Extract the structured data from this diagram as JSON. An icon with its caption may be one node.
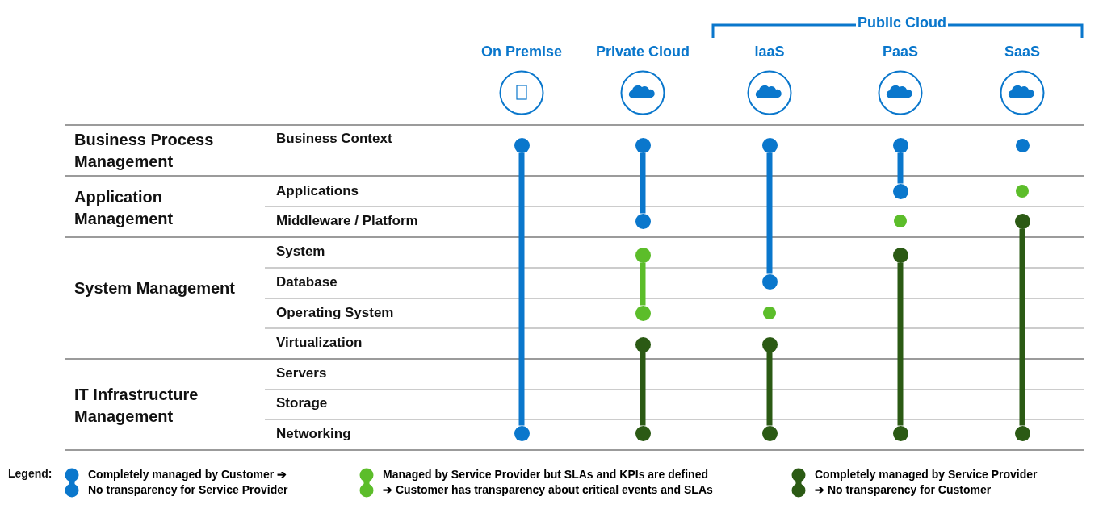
{
  "diagram": {
    "nodes": [
      {
        "text": [],
        "shape": "circle"
      },
      {
        "text": [],
        "shape": "circle"
      },
      {
        "text": [],
        "shape": "circle"
      },
      {
        "text": [],
        "shape": "circle"
      },
      {
        "text": [],
        "shape": "circle"
      },
      {
        "text": [],
        "shape": "circle"
      },
      {
        "text": [],
        "shape": "circle"
      },
      {
        "text": [],
        "shape": "circle"
      },
      {
        "text": [],
        "shape": "circle"
      },
      {
        "text": [],
        "shape": "circle"
      },
      {
        "text": [],
        "shape": "circle"
      },
      {
        "text": [],
        "shape": "circle"
      },
      {
        "text": [],
        "shape": "circle"
      },
      {
        "text": [],
        "shape": "circle"
      },
      {
        "text": [],
        "shape": "circle"
      },
      {
        "text": [],
        "shape": "circle"
      },
      {
        "text": [],
        "shape": "circle"
      },
      {
        "text": [],
        "shape": "circle"
      },
      {
        "text": [],
        "shape": "circle"
      },
      {
        "text": [],
        "shape": "circle"
      },
      {
        "text": [],
        "shape": "circle"
      },
      {
        "text": [],
        "shape": "circle"
      }
    ],
    "edges": [
      {
        "from": 0,
        "to": 17,
        "arrow": "none",
        "color": "#0a77cc"
      },
      {
        "from": 1,
        "to": 7,
        "arrow": "none",
        "color": "#0a77cc"
      },
      {
        "from": 2,
        "to": 12,
        "arrow": "none",
        "color": "#0a77cc"
      },
      {
        "from": 3,
        "to": 5,
        "arrow": "none",
        "color": "#0a77cc"
      },
      {
        "from": 10,
        "to": 13,
        "arrow": "none",
        "color": "#5cbd2a"
      },
      {
        "from": 15,
        "to": 18,
        "arrow": "none",
        "color": "#2b5a14"
      },
      {
        "from": 16,
        "to": 19,
        "arrow": "none",
        "color": "#2b5a14"
      },
      {
        "from": 11,
        "to": 20,
        "arrow": "none",
        "color": "#2b5a14"
      },
      {
        "from": 9,
        "to": 21,
        "arrow": "none",
        "color": "#2b5a14"
      }
    ],
    "labels": [
      "Public Cloud",
      "On Premise",
      "Private Cloud",
      "IaaS",
      "PaaS",
      "SaaS",
      "Business Process Management",
      "Business Context",
      "Application Management",
      "Applications",
      "Middleware / Platform",
      "System Management",
      "System",
      "Database",
      "Operating System",
      "Virtualization",
      "IT Infrastructure Management",
      "Servers",
      "Storage",
      "Networking",
      "Legend:"
    ],
    "legend": [
      {
        "text": "Completely managed by Customer ➔ No transparency for Service Provider",
        "color": "#0a77cc"
      },
      {
        "text": "Managed by Service Provider but SLAs and KPIs are defined ➔ Customer has transparency about critical events and SLAs",
        "color": "#5cbd2a"
      },
      {
        "text": "Completely managed by Service Provider ➔ No transparency for Customer",
        "color": "#2b5a14"
      }
    ]
  }
}
